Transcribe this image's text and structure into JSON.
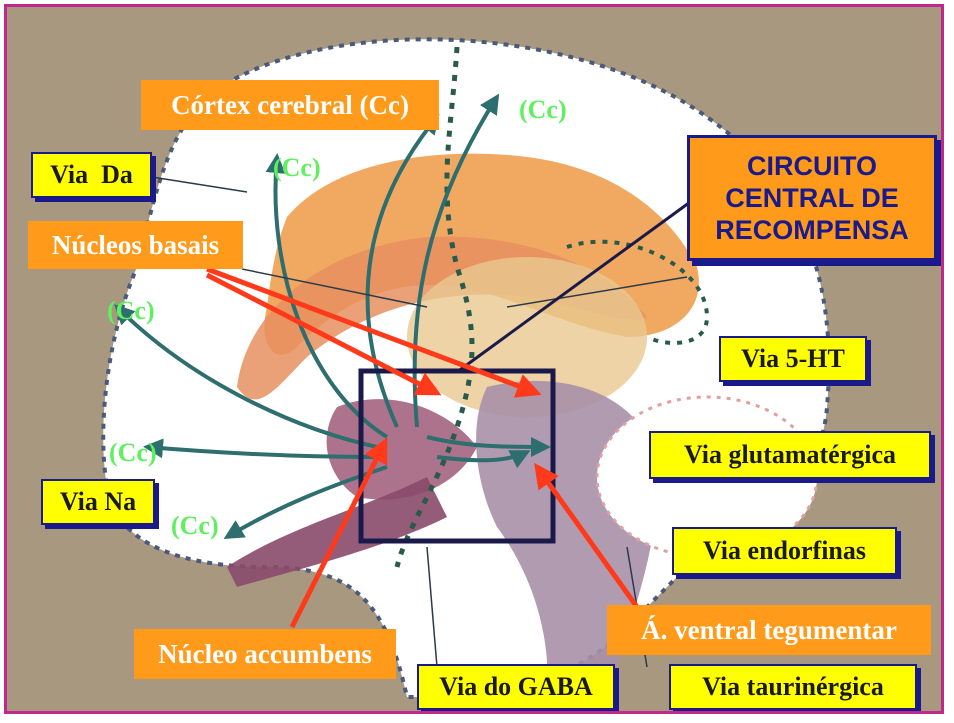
{
  "labels": {
    "cortex": "Córtex cerebral (Cc)",
    "via_da": "Via  Da",
    "nucleos_basais": "Núcleos basais",
    "circuito": "CIRCUITO CENTRAL DE RECOMPENSA",
    "via_5ht": "Via 5-HT",
    "via_glutamatergica": "Via glutamatérgica",
    "via_na": "Via Na",
    "via_endorfinas": "Via endorfinas",
    "nucleo_accumbens": "Núcleo accumbens",
    "area_ventral": "Á. ventral tegumentar",
    "via_gaba": "Via do GABA",
    "via_taurinergica": "Via taurinérgica"
  },
  "cortex_markers": [
    "(Cc)",
    "(Cc)",
    "(Cc)",
    "(Cc)",
    "(Cc)"
  ],
  "colors": {
    "label_yellow": "#ffff00",
    "label_orange": "#ff9a1a",
    "label_border": "#1a1a8a",
    "cortex_marker": "#5ff05f",
    "pointer_arrow": "#ff3a1a",
    "pathway_arrow": "#2e6e6e",
    "frame_border": "#c0288c"
  }
}
